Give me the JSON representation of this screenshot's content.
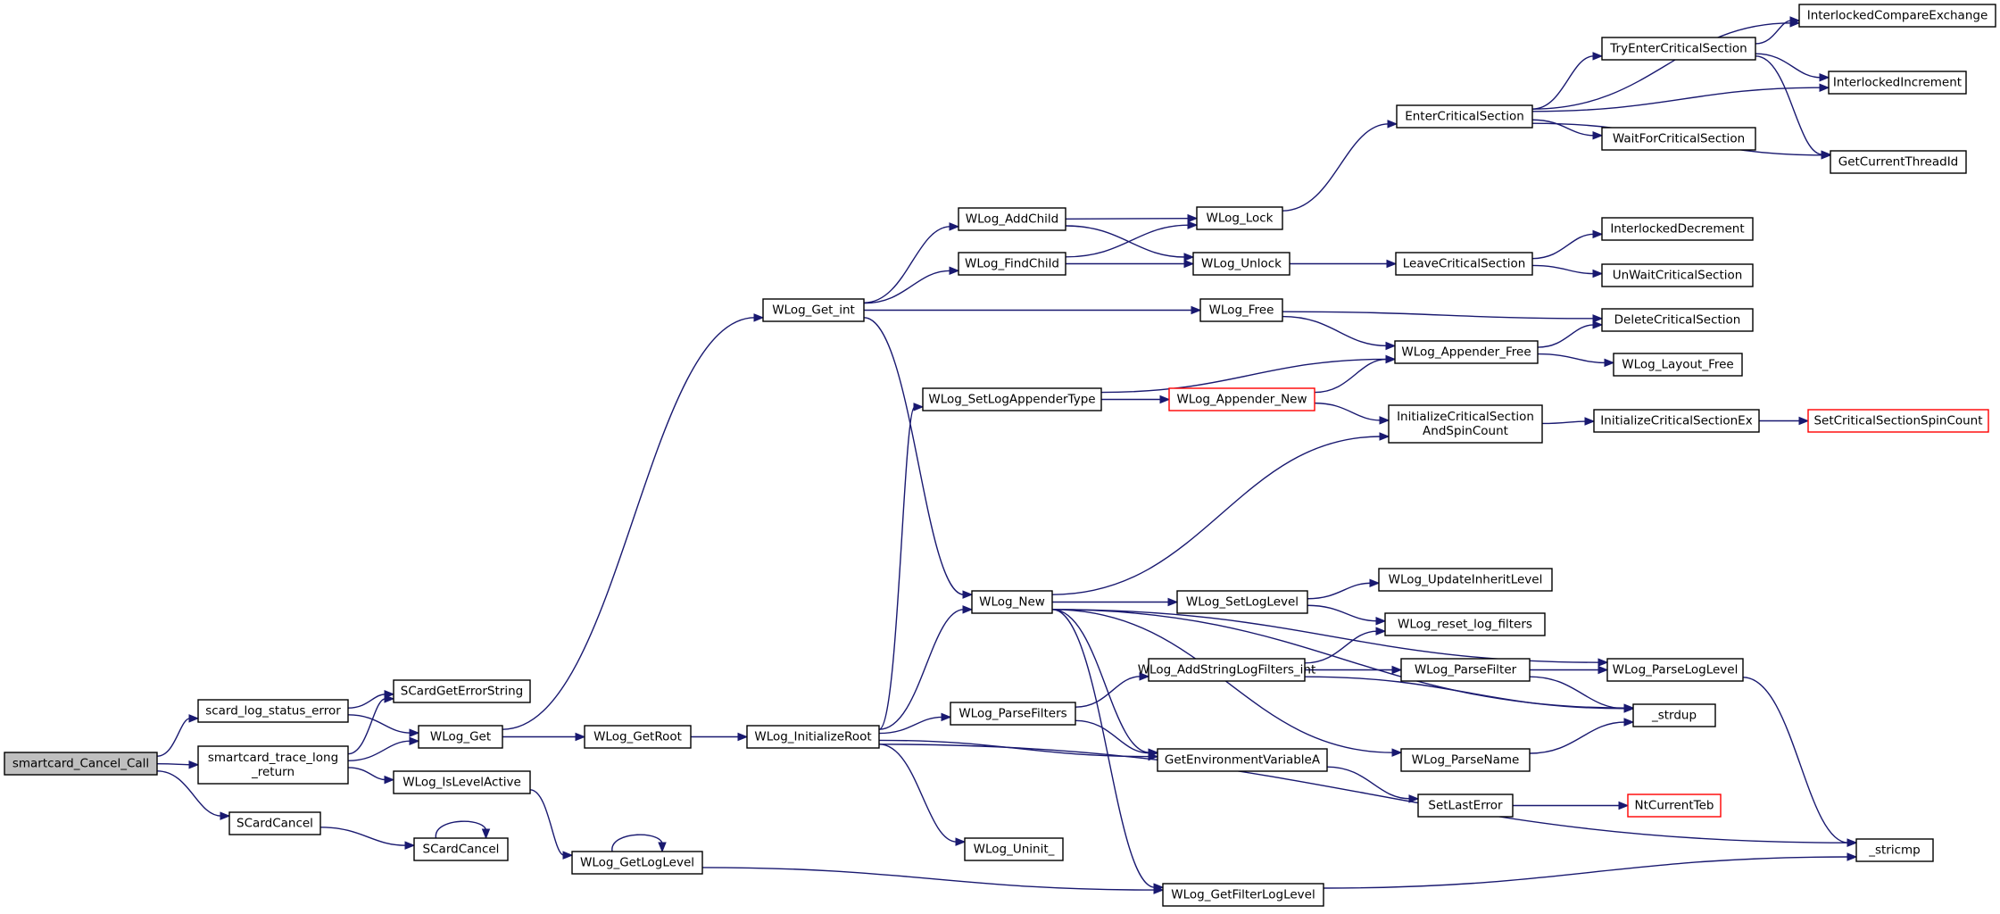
{
  "graph": {
    "title": "",
    "edge_color": "#191970",
    "root_fill": "#bfbfbf",
    "truncated_border": "#ff0000",
    "nodes": [
      {
        "id": "smartcard_Cancel_Call",
        "lines": [
          "smartcard_Cancel_Call"
        ],
        "root": true
      },
      {
        "id": "scard_log_status_error",
        "lines": [
          "scard_log_status_error"
        ]
      },
      {
        "id": "smartcard_trace_long_return",
        "lines": [
          "smartcard_trace_long",
          "_return"
        ]
      },
      {
        "id": "SCardCancel_1",
        "lines": [
          "SCardCancel"
        ]
      },
      {
        "id": "SCardGetErrorString",
        "lines": [
          "SCardGetErrorString"
        ]
      },
      {
        "id": "WLog_Get",
        "lines": [
          "WLog_Get"
        ]
      },
      {
        "id": "WLog_IsLevelActive",
        "lines": [
          "WLog_IsLevelActive"
        ]
      },
      {
        "id": "SCardCancel_2",
        "lines": [
          "SCardCancel"
        ]
      },
      {
        "id": "WLog_GetRoot",
        "lines": [
          "WLog_GetRoot"
        ]
      },
      {
        "id": "WLog_GetLogLevel",
        "lines": [
          "WLog_GetLogLevel"
        ]
      },
      {
        "id": "WLog_InitializeRoot",
        "lines": [
          "WLog_InitializeRoot"
        ]
      },
      {
        "id": "WLog_Get_int",
        "lines": [
          "WLog_Get_int"
        ]
      },
      {
        "id": "WLog_AddChild",
        "lines": [
          "WLog_AddChild"
        ]
      },
      {
        "id": "WLog_FindChild",
        "lines": [
          "WLog_FindChild"
        ]
      },
      {
        "id": "WLog_SetLogAppenderType",
        "lines": [
          "WLog_SetLogAppenderType"
        ]
      },
      {
        "id": "WLog_New",
        "lines": [
          "WLog_New"
        ]
      },
      {
        "id": "WLog_ParseFilters",
        "lines": [
          "WLog_ParseFilters"
        ]
      },
      {
        "id": "WLog_Uninit_",
        "lines": [
          "WLog_Uninit_"
        ]
      },
      {
        "id": "WLog_Lock",
        "lines": [
          "WLog_Lock"
        ]
      },
      {
        "id": "WLog_Unlock",
        "lines": [
          "WLog_Unlock"
        ]
      },
      {
        "id": "WLog_Free",
        "lines": [
          "WLog_Free"
        ]
      },
      {
        "id": "WLog_Appender_New",
        "lines": [
          "WLog_Appender_New"
        ],
        "truncated": true
      },
      {
        "id": "WLog_SetLogLevel",
        "lines": [
          "WLog_SetLogLevel"
        ]
      },
      {
        "id": "WLog_AddStringLogFilters_int",
        "lines": [
          "WLog_AddStringLogFilters_int"
        ]
      },
      {
        "id": "GetEnvironmentVariableA",
        "lines": [
          "GetEnvironmentVariableA"
        ]
      },
      {
        "id": "WLog_GetFilterLogLevel",
        "lines": [
          "WLog_GetFilterLogLevel"
        ]
      },
      {
        "id": "EnterCriticalSection",
        "lines": [
          "EnterCriticalSection"
        ]
      },
      {
        "id": "LeaveCriticalSection",
        "lines": [
          "LeaveCriticalSection"
        ]
      },
      {
        "id": "WLog_Appender_Free",
        "lines": [
          "WLog_Appender_Free"
        ]
      },
      {
        "id": "InitializeCriticalSectionAndSpinCount",
        "lines": [
          "InitializeCriticalSection",
          "AndSpinCount"
        ]
      },
      {
        "id": "WLog_UpdateInheritLevel",
        "lines": [
          "WLog_UpdateInheritLevel"
        ]
      },
      {
        "id": "WLog_reset_log_filters",
        "lines": [
          "WLog_reset_log_filters"
        ]
      },
      {
        "id": "WLog_ParseFilter",
        "lines": [
          "WLog_ParseFilter"
        ]
      },
      {
        "id": "WLog_ParseName",
        "lines": [
          "WLog_ParseName"
        ]
      },
      {
        "id": "SetLastError",
        "lines": [
          "SetLastError"
        ]
      },
      {
        "id": "TryEnterCriticalSection",
        "lines": [
          "TryEnterCriticalSection"
        ]
      },
      {
        "id": "WaitForCriticalSection",
        "lines": [
          "WaitForCriticalSection"
        ]
      },
      {
        "id": "InterlockedDecrement",
        "lines": [
          "InterlockedDecrement"
        ]
      },
      {
        "id": "UnWaitCriticalSection",
        "lines": [
          "UnWaitCriticalSection"
        ]
      },
      {
        "id": "DeleteCriticalSection",
        "lines": [
          "DeleteCriticalSection"
        ]
      },
      {
        "id": "WLog_Layout_Free",
        "lines": [
          "WLog_Layout_Free"
        ]
      },
      {
        "id": "InitializeCriticalSectionEx",
        "lines": [
          "InitializeCriticalSectionEx"
        ]
      },
      {
        "id": "WLog_ParseLogLevel",
        "lines": [
          "WLog_ParseLogLevel"
        ]
      },
      {
        "id": "_strdup",
        "lines": [
          "_strdup"
        ]
      },
      {
        "id": "NtCurrentTeb",
        "lines": [
          "NtCurrentTeb"
        ],
        "truncated": true
      },
      {
        "id": "InterlockedCompareExchange",
        "lines": [
          "InterlockedCompareExchange"
        ]
      },
      {
        "id": "InterlockedIncrement",
        "lines": [
          "InterlockedIncrement"
        ]
      },
      {
        "id": "GetCurrentThreadId",
        "lines": [
          "GetCurrentThreadId"
        ]
      },
      {
        "id": "SetCriticalSectionSpinCount",
        "lines": [
          "SetCriticalSectionSpinCount"
        ],
        "truncated": true
      },
      {
        "id": "_stricmp",
        "lines": [
          "_stricmp"
        ]
      }
    ],
    "edges": [
      [
        "smartcard_Cancel_Call",
        "scard_log_status_error"
      ],
      [
        "smartcard_Cancel_Call",
        "smartcard_trace_long_return"
      ],
      [
        "smartcard_Cancel_Call",
        "SCardCancel_1"
      ],
      [
        "scard_log_status_error",
        "SCardGetErrorString"
      ],
      [
        "scard_log_status_error",
        "WLog_Get"
      ],
      [
        "smartcard_trace_long_return",
        "SCardGetErrorString"
      ],
      [
        "smartcard_trace_long_return",
        "WLog_Get"
      ],
      [
        "smartcard_trace_long_return",
        "WLog_IsLevelActive"
      ],
      [
        "SCardCancel_1",
        "SCardCancel_2"
      ],
      [
        "SCardCancel_2",
        "SCardCancel_2"
      ],
      [
        "WLog_Get",
        "WLog_GetRoot"
      ],
      [
        "WLog_Get",
        "WLog_Get_int"
      ],
      [
        "WLog_IsLevelActive",
        "WLog_GetLogLevel"
      ],
      [
        "WLog_GetLogLevel",
        "WLog_GetLogLevel"
      ],
      [
        "WLog_GetLogLevel",
        "WLog_GetFilterLogLevel"
      ],
      [
        "WLog_GetRoot",
        "WLog_InitializeRoot"
      ],
      [
        "WLog_InitializeRoot",
        "WLog_SetLogAppenderType"
      ],
      [
        "WLog_InitializeRoot",
        "WLog_New"
      ],
      [
        "WLog_InitializeRoot",
        "WLog_ParseFilters"
      ],
      [
        "WLog_InitializeRoot",
        "WLog_Uninit_"
      ],
      [
        "WLog_InitializeRoot",
        "GetEnvironmentVariableA"
      ],
      [
        "WLog_InitializeRoot",
        "_stricmp"
      ],
      [
        "WLog_Get_int",
        "WLog_AddChild"
      ],
      [
        "WLog_Get_int",
        "WLog_FindChild"
      ],
      [
        "WLog_Get_int",
        "WLog_Free"
      ],
      [
        "WLog_Get_int",
        "WLog_New"
      ],
      [
        "WLog_AddChild",
        "WLog_Lock"
      ],
      [
        "WLog_AddChild",
        "WLog_Unlock"
      ],
      [
        "WLog_FindChild",
        "WLog_Lock"
      ],
      [
        "WLog_FindChild",
        "WLog_Unlock"
      ],
      [
        "WLog_Lock",
        "EnterCriticalSection"
      ],
      [
        "WLog_Unlock",
        "LeaveCriticalSection"
      ],
      [
        "WLog_Free",
        "DeleteCriticalSection"
      ],
      [
        "WLog_Free",
        "WLog_Appender_Free"
      ],
      [
        "WLog_SetLogAppenderType",
        "WLog_Appender_Free"
      ],
      [
        "WLog_SetLogAppenderType",
        "WLog_Appender_New"
      ],
      [
        "WLog_Appender_New",
        "WLog_Appender_Free"
      ],
      [
        "WLog_Appender_New",
        "InitializeCriticalSectionAndSpinCount"
      ],
      [
        "WLog_Appender_Free",
        "DeleteCriticalSection"
      ],
      [
        "WLog_Appender_Free",
        "WLog_Layout_Free"
      ],
      [
        "InitializeCriticalSectionAndSpinCount",
        "InitializeCriticalSectionEx"
      ],
      [
        "InitializeCriticalSectionEx",
        "SetCriticalSectionSpinCount"
      ],
      [
        "EnterCriticalSection",
        "TryEnterCriticalSection"
      ],
      [
        "EnterCriticalSection",
        "InterlockedCompareExchange"
      ],
      [
        "EnterCriticalSection",
        "InterlockedIncrement"
      ],
      [
        "EnterCriticalSection",
        "WaitForCriticalSection"
      ],
      [
        "EnterCriticalSection",
        "GetCurrentThreadId"
      ],
      [
        "TryEnterCriticalSection",
        "InterlockedCompareExchange"
      ],
      [
        "TryEnterCriticalSection",
        "InterlockedIncrement"
      ],
      [
        "TryEnterCriticalSection",
        "GetCurrentThreadId"
      ],
      [
        "LeaveCriticalSection",
        "InterlockedDecrement"
      ],
      [
        "LeaveCriticalSection",
        "UnWaitCriticalSection"
      ],
      [
        "WLog_New",
        "InitializeCriticalSectionAndSpinCount"
      ],
      [
        "WLog_New",
        "WLog_ParseLogLevel"
      ],
      [
        "WLog_New",
        "_strdup"
      ],
      [
        "WLog_New",
        "WLog_SetLogLevel"
      ],
      [
        "WLog_New",
        "GetEnvironmentVariableA"
      ],
      [
        "WLog_New",
        "WLog_ParseName"
      ],
      [
        "WLog_New",
        "WLog_GetFilterLogLevel"
      ],
      [
        "WLog_SetLogLevel",
        "WLog_UpdateInheritLevel"
      ],
      [
        "WLog_SetLogLevel",
        "WLog_reset_log_filters"
      ],
      [
        "WLog_ParseFilters",
        "WLog_AddStringLogFilters_int"
      ],
      [
        "WLog_ParseFilters",
        "GetEnvironmentVariableA"
      ],
      [
        "WLog_AddStringLogFilters_int",
        "WLog_reset_log_filters"
      ],
      [
        "WLog_AddStringLogFilters_int",
        "WLog_ParseFilter"
      ],
      [
        "WLog_AddStringLogFilters_int",
        "_strdup"
      ],
      [
        "WLog_ParseFilter",
        "WLog_ParseLogLevel"
      ],
      [
        "WLog_ParseFilter",
        "_strdup"
      ],
      [
        "WLog_ParseLogLevel",
        "_stricmp"
      ],
      [
        "WLog_ParseName",
        "_strdup"
      ],
      [
        "GetEnvironmentVariableA",
        "SetLastError"
      ],
      [
        "SetLastError",
        "NtCurrentTeb"
      ],
      [
        "WLog_GetFilterLogLevel",
        "_stricmp"
      ]
    ]
  }
}
